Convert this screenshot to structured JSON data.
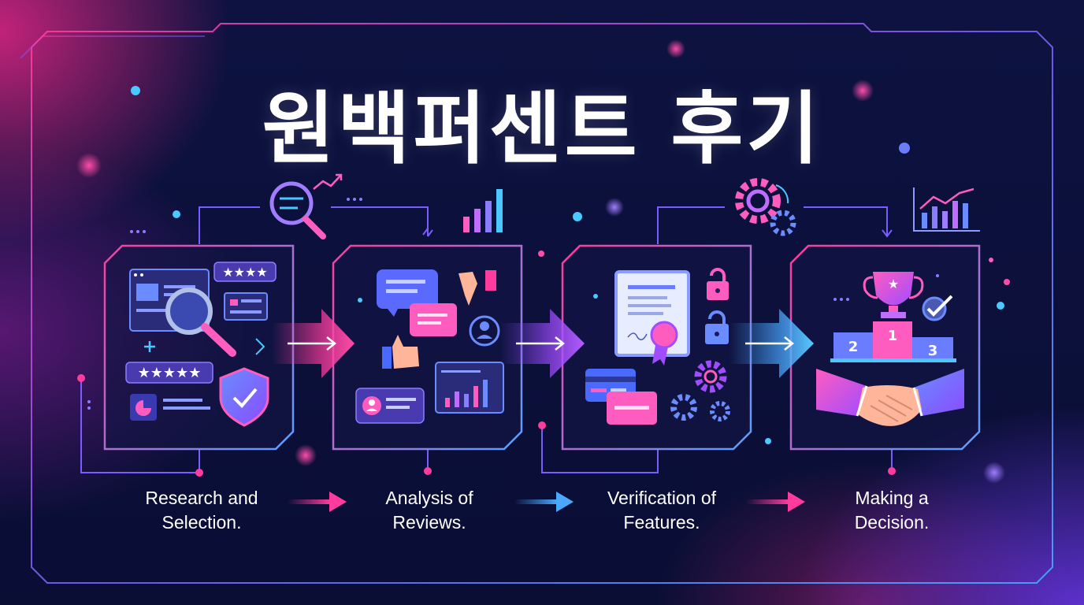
{
  "title": "원백퍼센트 후기",
  "steps": [
    {
      "label_line1": "Research and",
      "label_line2": "Selection."
    },
    {
      "label_line1": "Analysis of",
      "label_line2": "Reviews."
    },
    {
      "label_line1": "Verification of",
      "label_line2": "Features."
    },
    {
      "label_line1": "Making a",
      "label_line2": "Decision."
    }
  ],
  "podium": {
    "first": "1",
    "second": "2",
    "third": "3"
  },
  "colors": {
    "background": "#0b0f3a",
    "magenta": "#ff3c9e",
    "blue": "#4aa8ff",
    "purple": "#8a5cff"
  },
  "icons": [
    "magnifier-icon",
    "stars-icon",
    "shield-check-icon",
    "chat-bubble-icon",
    "thumbs-up-icon",
    "thumbs-down-icon",
    "user-icon",
    "bar-chart-icon",
    "certificate-icon",
    "lock-icon",
    "gear-icon",
    "credit-card-icon",
    "trophy-icon",
    "podium-icon",
    "handshake-icon",
    "check-icon",
    "trend-chart-icon"
  ]
}
